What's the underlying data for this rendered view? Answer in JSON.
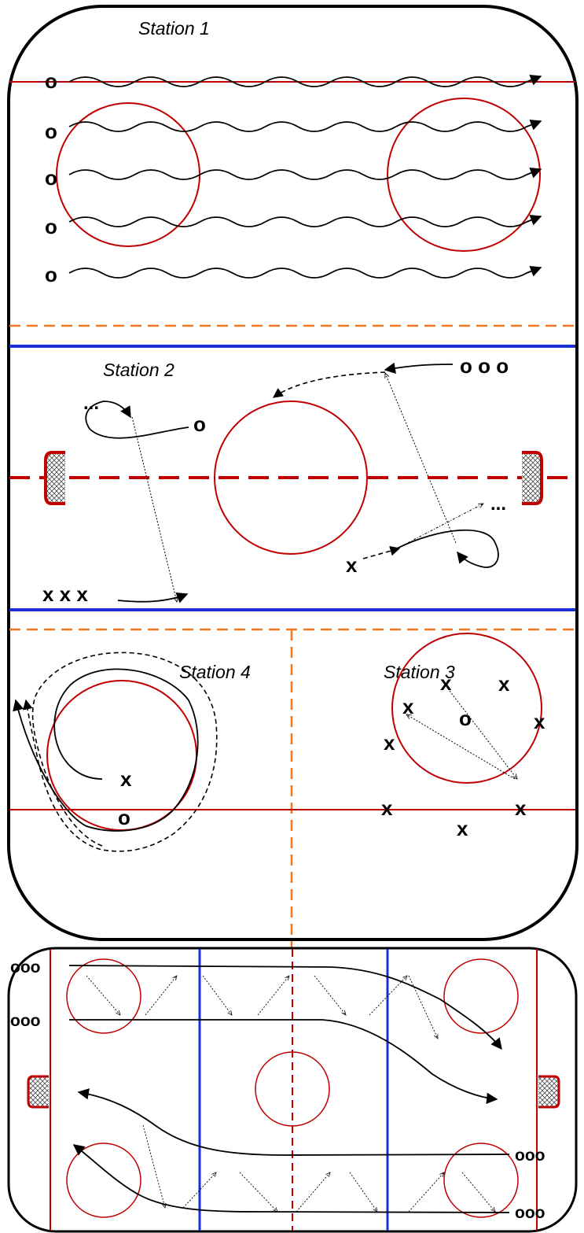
{
  "colors": {
    "board": "#000000",
    "red_line": "#c00000",
    "blue_line": "#1a2fd6",
    "orange_divider": "#f07820",
    "path": "#000000"
  },
  "top_rink": {
    "station_1": {
      "label": "Station 1",
      "players": [
        "o",
        "o",
        "o",
        "o",
        "o"
      ]
    },
    "station_2": {
      "label": "Station 2",
      "x_line": "x x x",
      "o_line": "o o o",
      "o_single": "o",
      "x_single": "x",
      "dots_left": "...",
      "dots_right": "..."
    },
    "station_4": {
      "label": "Station 4",
      "x": "x",
      "o": "o"
    },
    "station_3": {
      "label": "Station 3",
      "center_o": "o",
      "x_marker": "x"
    }
  },
  "bottom_rink": {
    "groups": [
      "ooo",
      "ooo",
      "ooo",
      "ooo"
    ]
  }
}
